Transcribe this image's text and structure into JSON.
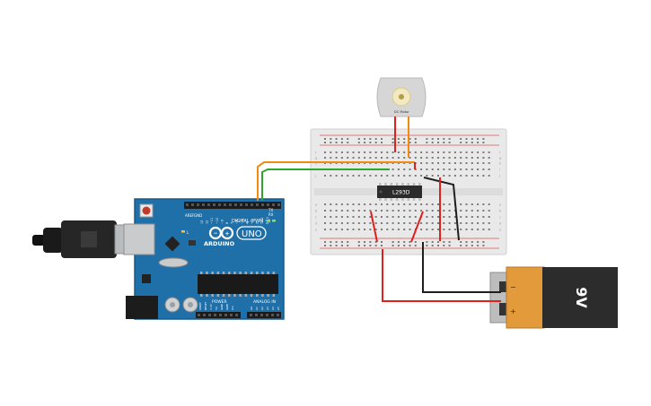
{
  "arduino": {
    "brand": "ARDUINO",
    "model": "UNO",
    "digital_label": "DIGITAL (PWM ~)",
    "power_label": "POWER",
    "analog_label": "ANALOG IN",
    "aref_label": "AREF",
    "gnd_label": "GND",
    "pin_labels_top": [
      "13",
      "12",
      "~11",
      "~10",
      "~9",
      "8",
      "7",
      "~6",
      "~5",
      "4",
      "~3",
      "2",
      "TX 1",
      "RX 0"
    ],
    "tx_label": "TX",
    "rx_label": "RX",
    "led_label": "L",
    "power_pins": [
      "IOREF",
      "RESET",
      "3.3V",
      "5V",
      "GND",
      "GND",
      "Vin"
    ],
    "analog_pins": [
      "A0",
      "A1",
      "A2",
      "A3",
      "A4",
      "A5"
    ],
    "board_color": "#1f6fa8"
  },
  "breadboard": {
    "chip_label": "L293D",
    "row_letters_left": [
      "a",
      "b",
      "c",
      "d",
      "e",
      "f",
      "g",
      "h",
      "i",
      "j"
    ],
    "row_letters_right": [
      "a",
      "b",
      "c",
      "d",
      "e",
      "f",
      "g",
      "h",
      "i",
      "j"
    ]
  },
  "motor": {
    "label": "DC Motor"
  },
  "battery": {
    "voltage_label": "9V",
    "minus_label": "−",
    "plus_label": "+"
  },
  "wire_colors": {
    "red": "#e0201b",
    "black": "#1e1e1e",
    "orange": "#f08a10",
    "green": "#2fa52f"
  }
}
